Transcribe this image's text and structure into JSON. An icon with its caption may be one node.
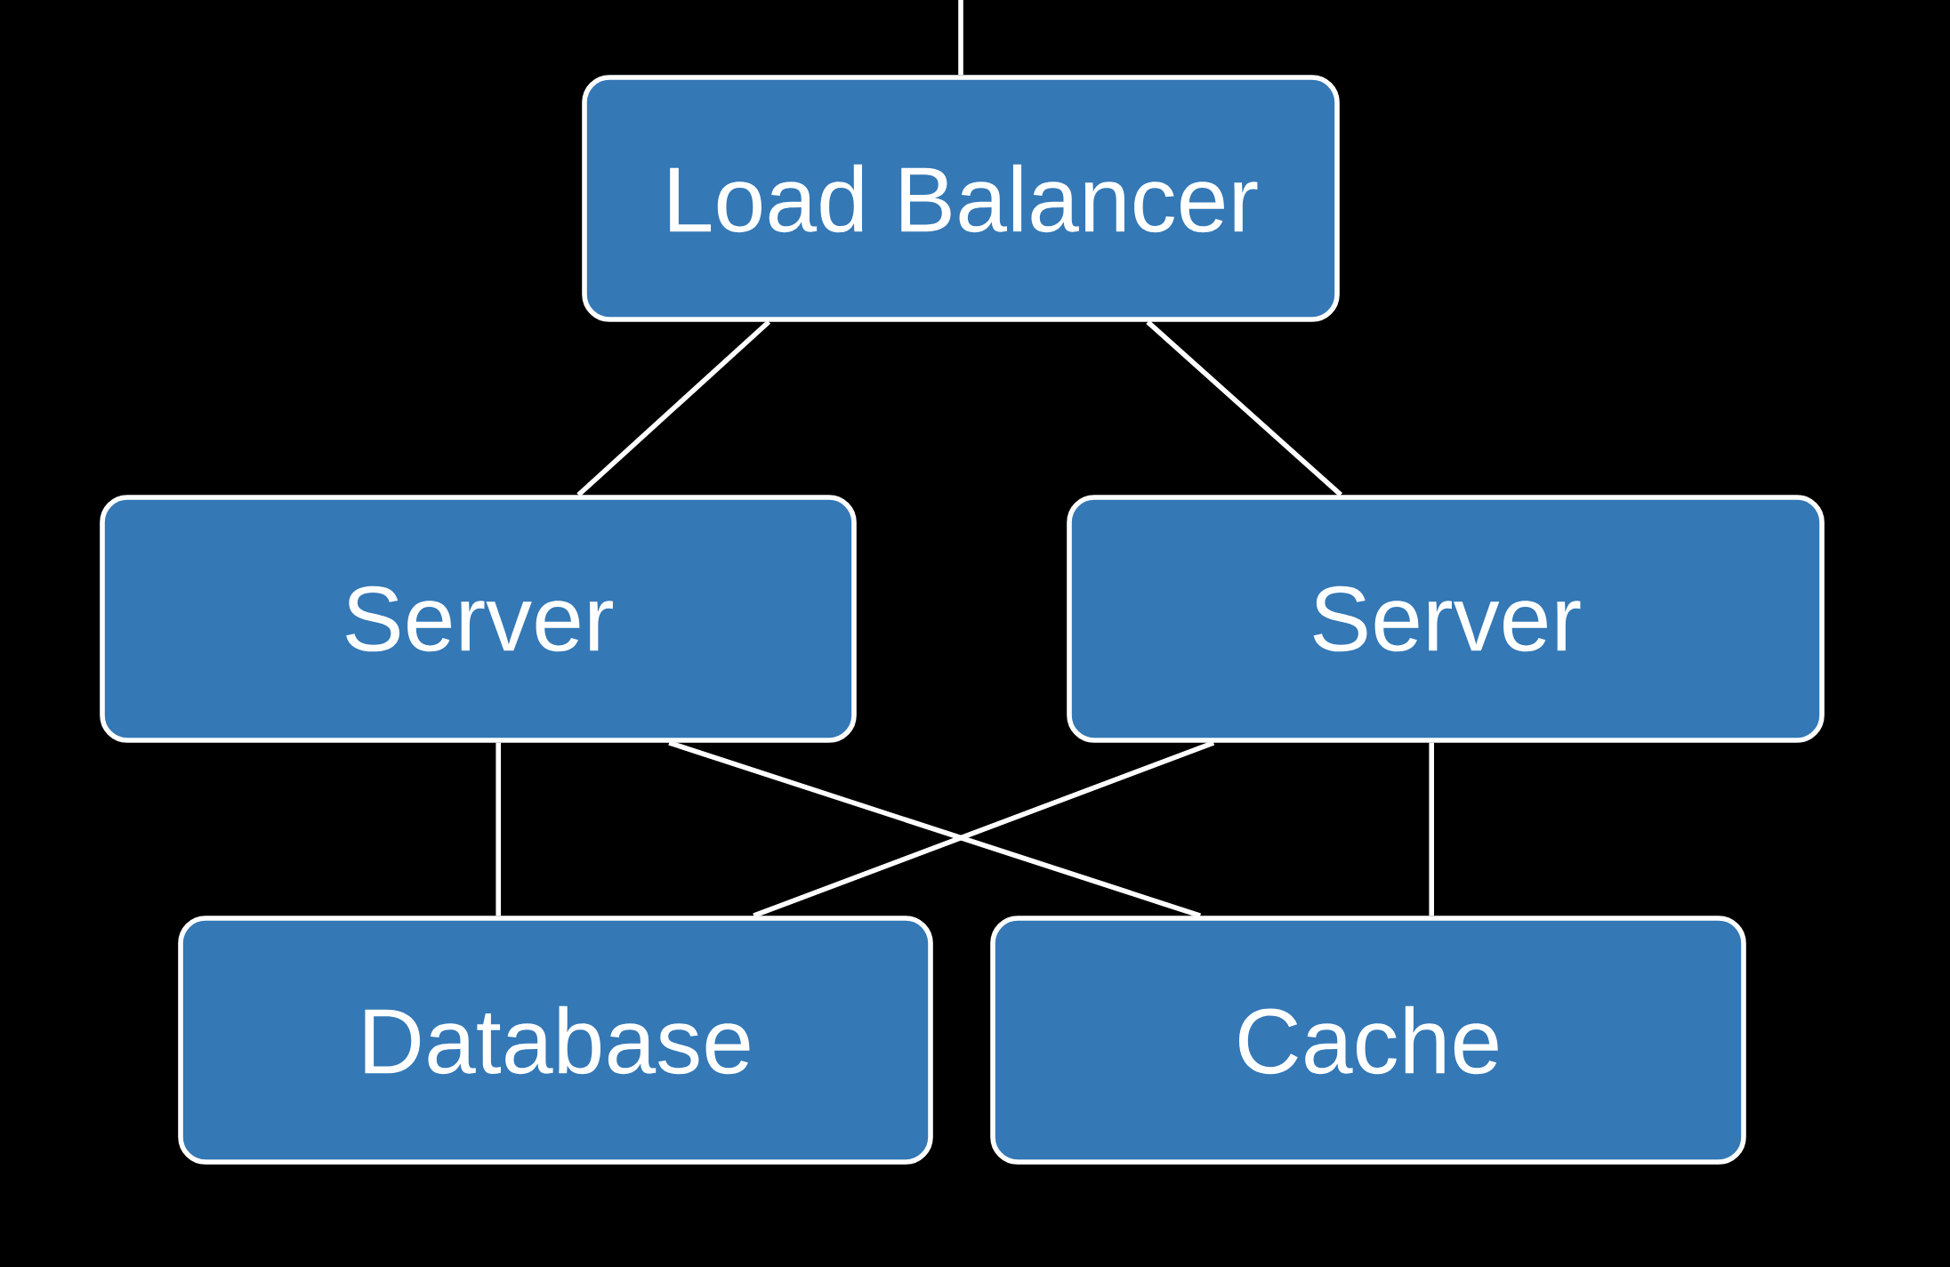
{
  "diagram": {
    "nodes": [
      {
        "text": [
          "Load Balancer"
        ]
      },
      {
        "text": [
          "Server"
        ]
      },
      {
        "text": [
          "Server"
        ]
      },
      {
        "text": [
          "Database"
        ]
      },
      {
        "text": [
          "Cache"
        ]
      }
    ],
    "edges": [
      {
        "from": null,
        "to": 0,
        "arrow": "none"
      },
      {
        "from": 0,
        "to": 1,
        "arrow": "none"
      },
      {
        "from": 0,
        "to": 2,
        "arrow": "none"
      },
      {
        "from": 1,
        "to": 3,
        "arrow": "none"
      },
      {
        "from": 1,
        "to": 4,
        "arrow": "none"
      },
      {
        "from": 2,
        "to": 3,
        "arrow": "none"
      },
      {
        "from": 2,
        "to": 4,
        "arrow": "none"
      }
    ]
  }
}
